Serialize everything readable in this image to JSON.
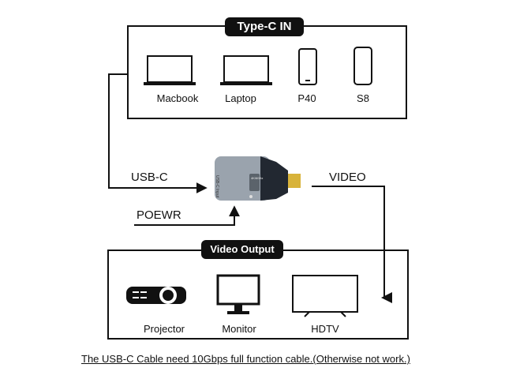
{
  "diagram": {
    "input_box": {
      "title": "Type-C IN",
      "devices": [
        {
          "label": "Macbook",
          "icon": "laptop-icon"
        },
        {
          "label": "Laptop",
          "icon": "laptop-icon"
        },
        {
          "label": "P40",
          "icon": "phone-icon"
        },
        {
          "label": "S8",
          "icon": "phone-icon"
        }
      ]
    },
    "adapter": {
      "port_label_1": "USB-C",
      "port_label_2": "Input",
      "side_label": "4K/60Hz",
      "flows": {
        "usb_c": "USB-C",
        "power": "POEWR",
        "video": "VIDEO"
      }
    },
    "output_box": {
      "title": "Video Output",
      "devices": [
        {
          "label": "Projector",
          "icon": "projector-icon"
        },
        {
          "label": "Monitor",
          "icon": "monitor-icon"
        },
        {
          "label": "HDTV",
          "icon": "tv-icon"
        }
      ]
    },
    "footnote": "The USB-C Cable need 10Gbps full function cable.(Otherwise not work.)",
    "colors": {
      "line": "#111111",
      "label_bg": "#111111",
      "adapter_body": "#9aa3ad",
      "adapter_tip": "#222831",
      "plug_gold": "#d8b33a"
    }
  }
}
